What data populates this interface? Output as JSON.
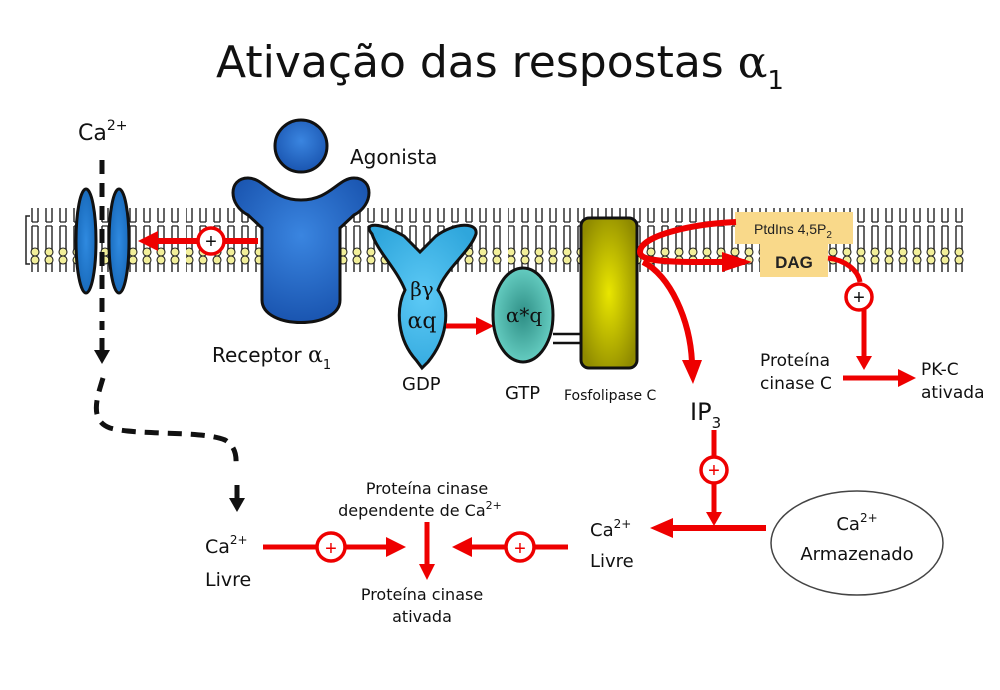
{
  "title": {
    "text": "Ativação das respostas ",
    "symbol": "α",
    "subscript": "1"
  },
  "labels": {
    "ca_top": {
      "base": "Ca",
      "sup": "2+"
    },
    "agonista": "Agonista",
    "receptor": {
      "base": "Receptor ",
      "symbol": "α",
      "sub": "1"
    },
    "gprotein_bg": "βγ",
    "gprotein_aq": "αq",
    "gdp": "GDP",
    "alpha_star_q": "α*q",
    "gtp": "GTP",
    "fosfolipase": "Fosfolipase C",
    "ptdins": {
      "base": "PtdIns 4,5P",
      "sub": "2"
    },
    "dag": "DAG",
    "ip3": {
      "base": "IP",
      "sub": "3"
    },
    "proteina_cinase_c": [
      "Proteína",
      "cinase C"
    ],
    "pkc_ativada": [
      "PK-C",
      "ativada"
    ],
    "ca_livre_left": {
      "base": "Ca",
      "sup": "2+",
      "line2": "Livre"
    },
    "ca_livre_right": {
      "base": "Ca",
      "sup": "2+",
      "line2": "Livre"
    },
    "pk_dep_ca": {
      "line1": "Proteína cinase",
      "line2_base": "dependente de Ca",
      "line2_sup": "2+"
    },
    "pk_ativada": [
      "Proteína cinase",
      "ativada"
    ],
    "ca_armazenado": {
      "base": "Ca",
      "sup": "2+",
      "line2": "Armazenado"
    },
    "plus": "+"
  },
  "colors": {
    "arrow_red": "#ee0000",
    "receptor_blue": "#1f5fbf",
    "channel_blue": "#1e73c8",
    "gprotein_cyan": "#35b3e8",
    "alpha_teal": "#56c8bc",
    "plc_olive": "#a5a200",
    "box_tan": "#f9d98a",
    "lipid_head": "#f2ef9a"
  }
}
